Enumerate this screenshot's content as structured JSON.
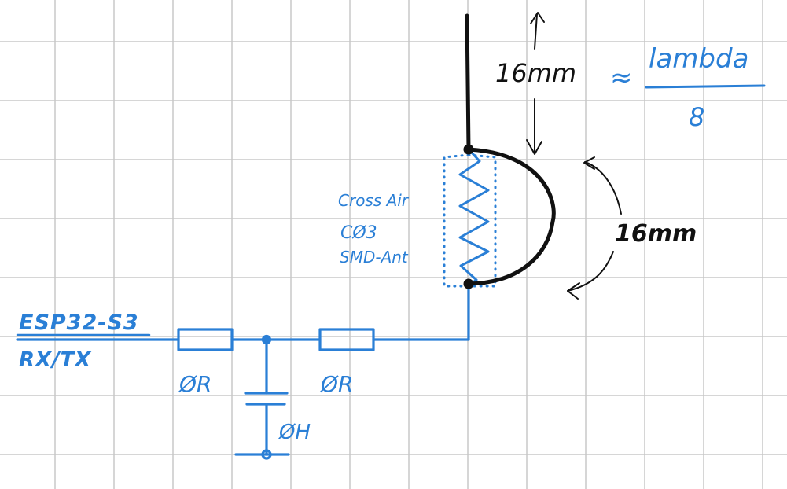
{
  "labels": {
    "mcu_name": "ESP32-S3",
    "mcu_signal": "RX/TX",
    "resistor_1": "ØR",
    "resistor_2": "ØR",
    "capacitor": "ØH",
    "chip_line_1": "Cross Air",
    "chip_line_2": "CØ3",
    "chip_line_3": "SMD-Ant",
    "wire_length": "16mm",
    "approx": "≈",
    "fraction_numerator": "lambda",
    "fraction_denominator": "8",
    "arc_length": "16mm"
  },
  "colors": {
    "grid": "#c8c8c8",
    "circuit": "#2a7fd6",
    "antenna": "#111111",
    "background": "#ffffff"
  }
}
